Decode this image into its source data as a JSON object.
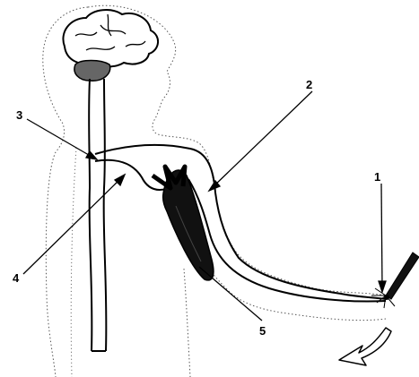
{
  "labels": {
    "l1": "1",
    "l2": "2",
    "l3": "3",
    "l4": "4",
    "l5": "5"
  },
  "colors": {
    "ink": "#000000",
    "outline": "#555555",
    "background": "#ffffff"
  }
}
